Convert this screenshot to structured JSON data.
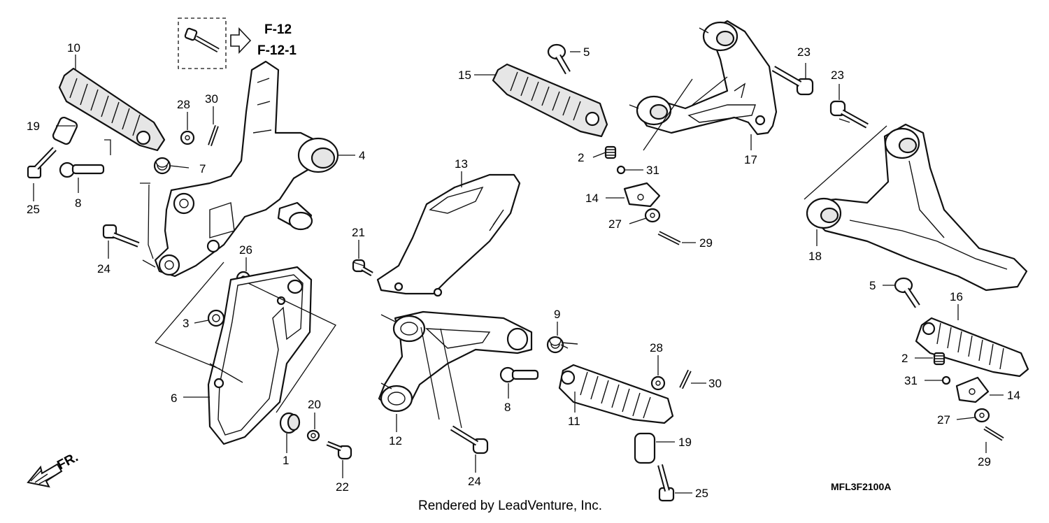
{
  "diagram": {
    "ref_top": "F-12",
    "ref_bottom": "F-12-1",
    "direction_label": "FR.",
    "drawing_code": "MFL3F2100A",
    "credit": "Rendered by LeadVenture, Inc."
  },
  "callouts": {
    "c10": "10",
    "c19a": "19",
    "c25a": "25",
    "c8a": "8",
    "c7": "7",
    "c28a": "28",
    "c30a": "30",
    "c4": "4",
    "c24a": "24",
    "c26": "26",
    "c3": "3",
    "c6": "6",
    "c1": "1",
    "c20": "20",
    "c22": "22",
    "c13": "13",
    "c21": "21",
    "c9": "9",
    "c8b": "8",
    "c12": "12",
    "c24b": "24",
    "c11": "11",
    "c28b": "28",
    "c30b": "30",
    "c19b": "19",
    "c25b": "25",
    "c5a": "5",
    "c15": "15",
    "c2a": "2",
    "c31a": "31",
    "c14a": "14",
    "c27a": "27",
    "c29a": "29",
    "c17": "17",
    "c23a": "23",
    "c23b": "23",
    "c18": "18",
    "c5b": "5",
    "c16": "16",
    "c2b": "2",
    "c31b": "31",
    "c14b": "14",
    "c27b": "27",
    "c29b": "29"
  }
}
